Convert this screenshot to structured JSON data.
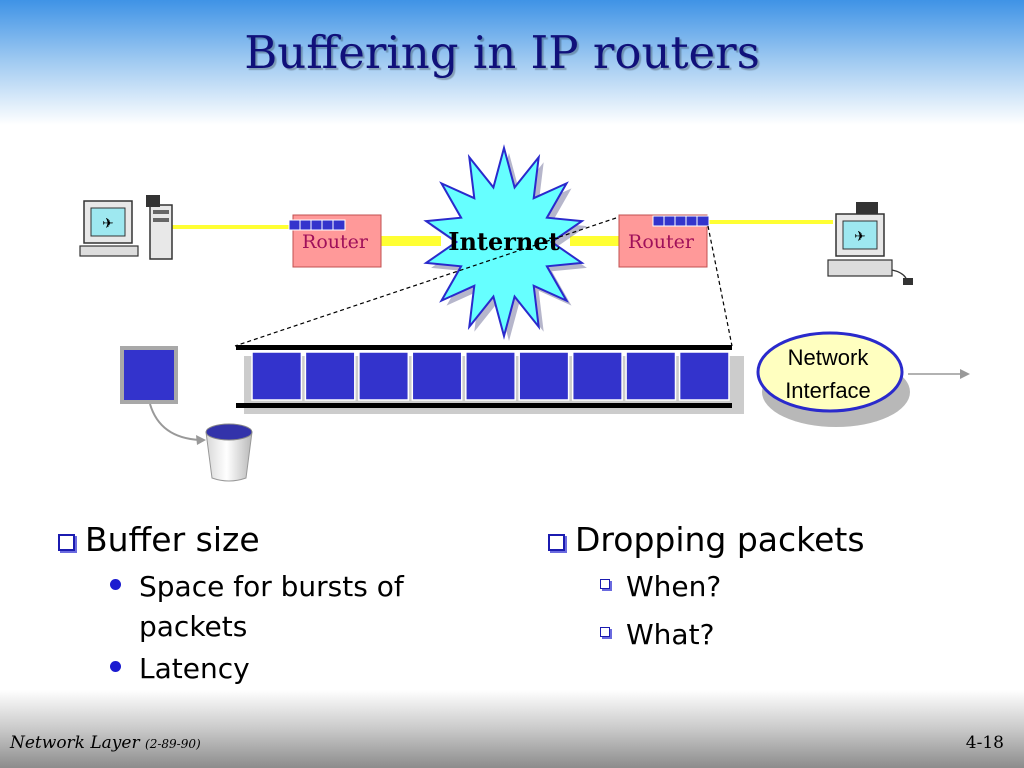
{
  "slide": {
    "title": "Buffering in IP routers"
  },
  "diagram": {
    "router_left_label": "Router",
    "router_right_label": "Router",
    "internet_label": "Internet",
    "network_interface_line1": "Network",
    "network_interface_line2": "Interface",
    "queue_packet_count": 9,
    "colors": {
      "packet": "#3333cc",
      "router_fill": "#ff9999",
      "internet_fill": "#66ffff",
      "link": "#ffff33",
      "interface_fill": "#ffffc0"
    }
  },
  "bullets": {
    "left": {
      "heading": "Buffer size",
      "items": [
        "Space for bursts of packets",
        "Latency"
      ]
    },
    "right": {
      "heading": "Dropping packets",
      "items": [
        "When?",
        "What?"
      ]
    }
  },
  "footer": {
    "left_main": "Network Layer",
    "left_sub": "(2-89-90)",
    "page": "4-18"
  }
}
